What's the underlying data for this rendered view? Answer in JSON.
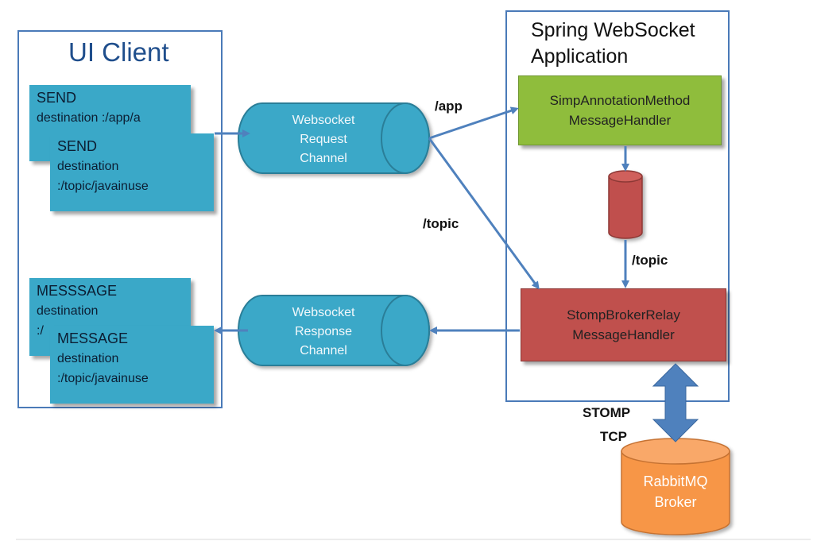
{
  "client": {
    "title": "UI Client",
    "send_back": {
      "title": "SEND",
      "line1": "destination :/app/a"
    },
    "send_front": {
      "title": "SEND",
      "line1": "destination",
      "line2": ":/topic/javainuse"
    },
    "msg_back": {
      "title": "MESSSAGE",
      "line1": "destination",
      "line2": ":/"
    },
    "msg_front": {
      "title": "MESSAGE",
      "line1": "destination",
      "line2": ":/topic/javainuse"
    }
  },
  "channels": {
    "request": {
      "line1": "Websocket",
      "line2": "Request",
      "line3": "Channel"
    },
    "response": {
      "line1": "Websocket",
      "line2": "Response",
      "line3": "Channel"
    }
  },
  "app": {
    "title_line1": "Spring WebSocket",
    "title_line2": "Application",
    "simp": {
      "line1": "SimpAnnotationMethod",
      "line2": "MessageHandler"
    },
    "relay": {
      "line1": "StompBrokerRelay",
      "line2": "MessageHandler"
    }
  },
  "labels": {
    "app_route": "/app",
    "topic_route": "/topic",
    "topic_queue": "/topic",
    "stomp": "STOMP",
    "tcp": "TCP"
  },
  "broker": {
    "line1": "RabbitMQ",
    "line2": "Broker"
  },
  "colors": {
    "frame": "#4a7ab8",
    "client_box": "#3aa8c8",
    "channel": "#3aa8c8",
    "simp_handler": "#8fbd3c",
    "relay_handler": "#c0504d",
    "broker": "#f79646",
    "arrow": "#4f81bd"
  }
}
